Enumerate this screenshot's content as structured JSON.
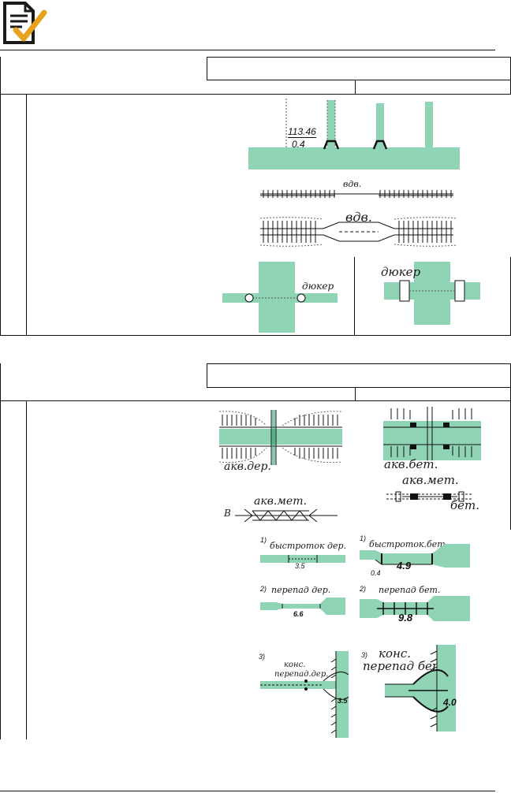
{
  "colors": {
    "water": "#8fd4b4",
    "ink": "#1a1a1a",
    "rule": "#111111"
  },
  "icons": {
    "logo": "document-check-icon"
  },
  "section1": {
    "elevation": "113.46",
    "depth": "0.4",
    "vdv_small": "вдв.",
    "vdv_large": "вдв.",
    "duker_left": "дюкер",
    "duker_right": "дюкер"
  },
  "section2": {
    "akv_der": "акв.дер.",
    "akv_bet": "акв.бет.",
    "akv_met_right": "акв.мет.",
    "bet": "бет.",
    "akv_met_left": "акв.мет.",
    "akv_met_prefix": "В",
    "items": [
      {
        "num": "1)",
        "label": "быстроток дер.",
        "value": "3.5"
      },
      {
        "num": "1)",
        "label": "быстроток.бет.",
        "value": "4.9",
        "extra": "0.4"
      },
      {
        "num": "2)",
        "label": "перепад дер.",
        "value": "6.6"
      },
      {
        "num": "2)",
        "label": "перепад бет.",
        "value": "9.8"
      },
      {
        "num": "3)",
        "label_line1": "конс.",
        "label_line2": "перепад.дер.",
        "value": "3.5"
      },
      {
        "num": "3)",
        "label_line1": "конс.",
        "label_line2": "перепад бет.",
        "value": "4.0"
      }
    ]
  }
}
